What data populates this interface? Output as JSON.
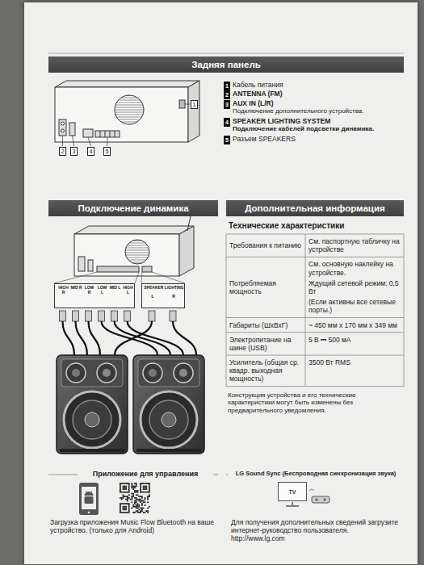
{
  "diagram": {
    "nodes": [
      {
        "text": [
          "Задняя панель"
        ]
      },
      {
        "text": [
          "1"
        ]
      },
      {
        "text": [
          "2"
        ]
      },
      {
        "text": [
          "3"
        ]
      },
      {
        "text": [
          "4"
        ]
      },
      {
        "text": [
          "5"
        ]
      },
      {
        "text": [
          "1"
        ]
      },
      {
        "text": [
          "2"
        ]
      },
      {
        "text": [
          "3"
        ]
      },
      {
        "text": [
          "4"
        ]
      },
      {
        "text": [
          "5"
        ]
      },
      {
        "text": [
          "Подключение динамика"
        ]
      },
      {
        "text": [
          "HIGH R",
          "MID R",
          "LOW R",
          "LOW L",
          "MID L",
          "HIGH L"
        ]
      },
      {
        "text": [
          "SPEAKER LIGHTING",
          "L",
          "R"
        ]
      },
      {
        "text": [
          "Дополнительная информация"
        ]
      },
      {
        "text": [
          "TV"
        ]
      }
    ],
    "labels": [
      "Кабель питания",
      "ANTENNA (FM)",
      "AUX IN (L/R)",
      "Подключение дополнительного устройства.",
      "SPEAKER LIGHTING SYSTEM",
      "Подключение кабелей подсветки динамика.",
      "Разъем SPEAKERS",
      "Технические характеристики",
      "Требования к питанию",
      "См. паспортную табличку на устройстве",
      "Потребляемая мощность",
      "См. основную наклейку на устройстве.",
      "Ждущий сетевой режим: 0,5 Вт",
      "(Если активны все сетевые порты.)",
      "Габариты (ШхВхГ)",
      "~ 450 мм x 170 мм x 349 мм",
      "Электропитание на шине (USB)",
      "5 В ⎓ 500 мА",
      "Усилитель (общая ср. квадр. выходная мощность)",
      "3500 Вт RMS",
      "Конструкция устройства и его технические характеристики могут быть изменены без предварительного уведомления.",
      "Приложение для управления",
      "Загрузка приложения Music Flow Bluetooth на ваше устройство. (только для Android)",
      "LG Sound Sync (Беспроводная синхронизация звука)",
      "Для получения дополнительных сведений загрузите интернет-руководство пользователя. http://www.lg.com"
    ]
  }
}
